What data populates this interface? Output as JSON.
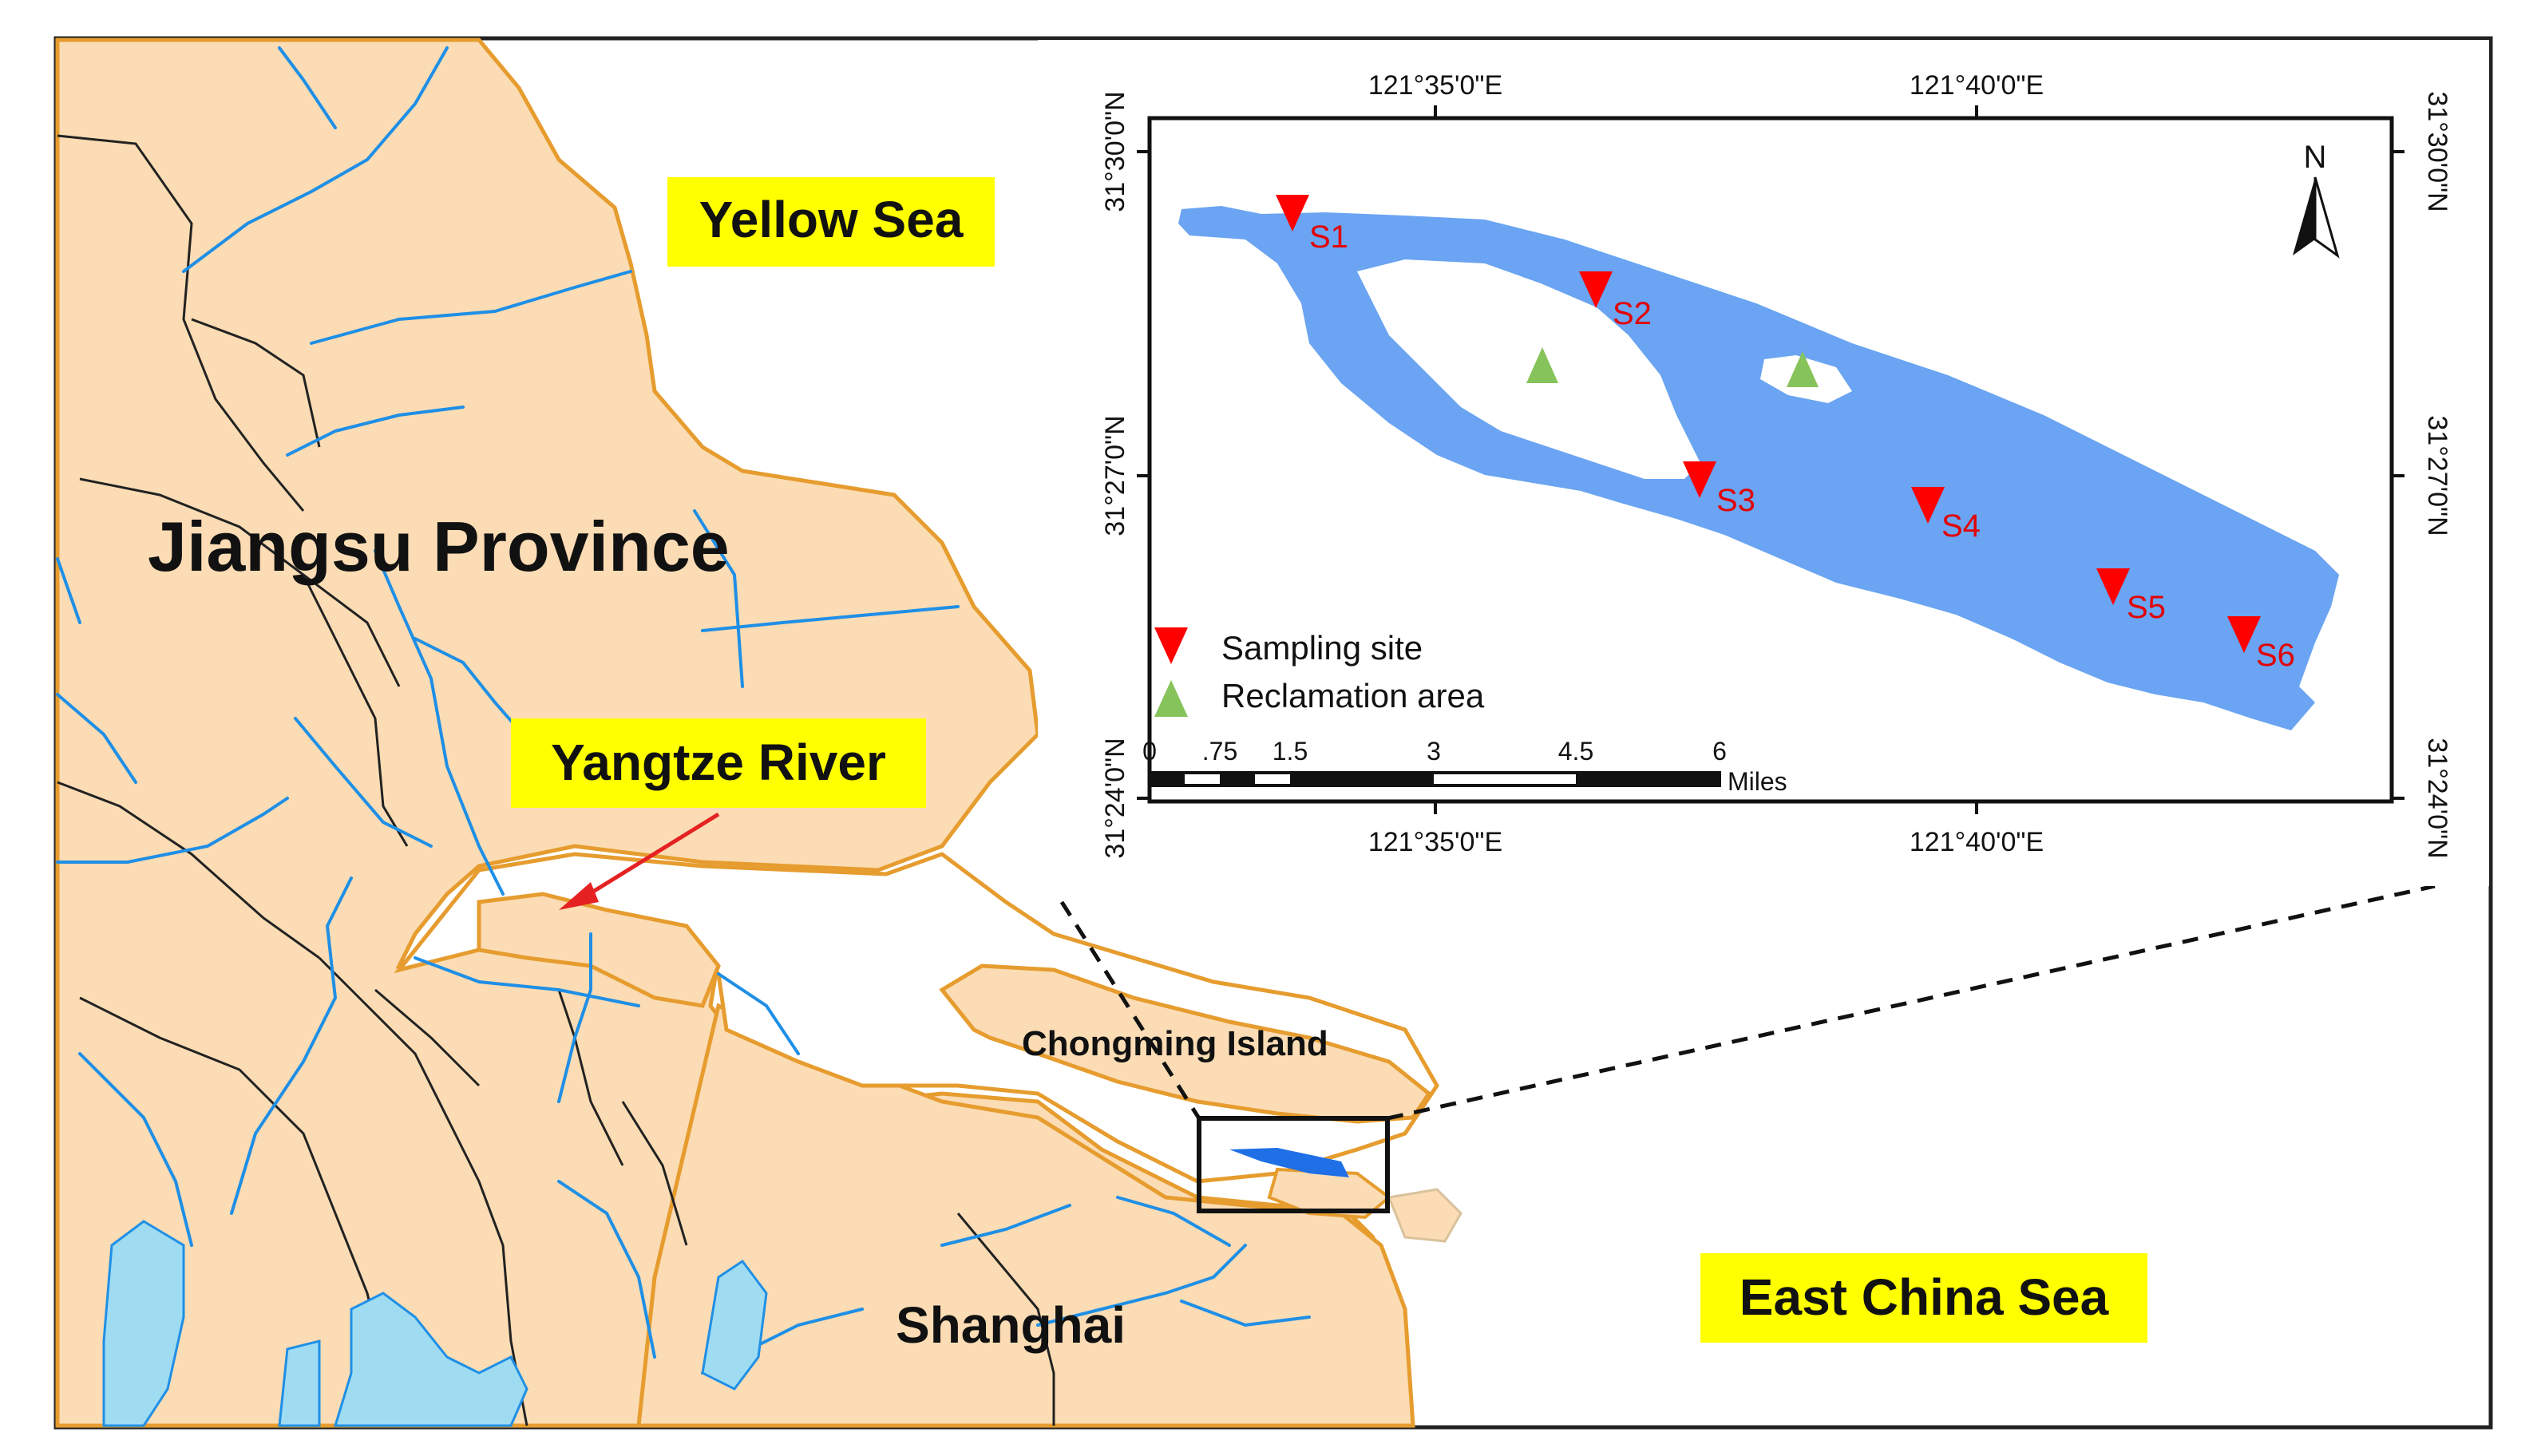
{
  "main_map": {
    "labels": {
      "yellow_sea": "Yellow Sea",
      "jiangsu": "Jiangsu Province",
      "yangtze": "Yangtze River",
      "chongming": "Chongming Island",
      "shanghai": "Shanghai",
      "east_china_sea": "East China Sea"
    },
    "colors": {
      "land": "#fbdcb4",
      "coast": "#e69c2e",
      "river": "#1f8fe6",
      "lake": "#9fdcf2",
      "boundary": "#222222",
      "label_highlight": "#ffff00",
      "arrow": "#e52222"
    }
  },
  "inset": {
    "top_lon_labels": [
      "121°35'0\"E",
      "121°40'0\"E"
    ],
    "bottom_lon_labels": [
      "121°35'0\"E",
      "121°40'0\"E"
    ],
    "left_lat_labels": [
      "31°30'0\"N",
      "31°27'0\"N",
      "31°24'0\"N"
    ],
    "right_lat_labels": [
      "31°30'0\"N",
      "31°27'0\"N",
      "31°24'0\"N"
    ],
    "north_label": "N",
    "sites": [
      "S1",
      "S2",
      "S3",
      "S4",
      "S5",
      "S6"
    ],
    "legend": {
      "sampling": "Sampling site",
      "reclamation": "Reclamation area"
    },
    "scale_bar": {
      "ticks": [
        "0",
        ".75",
        "1.5",
        "3",
        "4.5",
        "6"
      ],
      "unit": "Miles"
    },
    "colors": {
      "water": "#6aa4f2",
      "site_marker": "#ff0000",
      "reclamation_marker": "#86c35a"
    }
  }
}
